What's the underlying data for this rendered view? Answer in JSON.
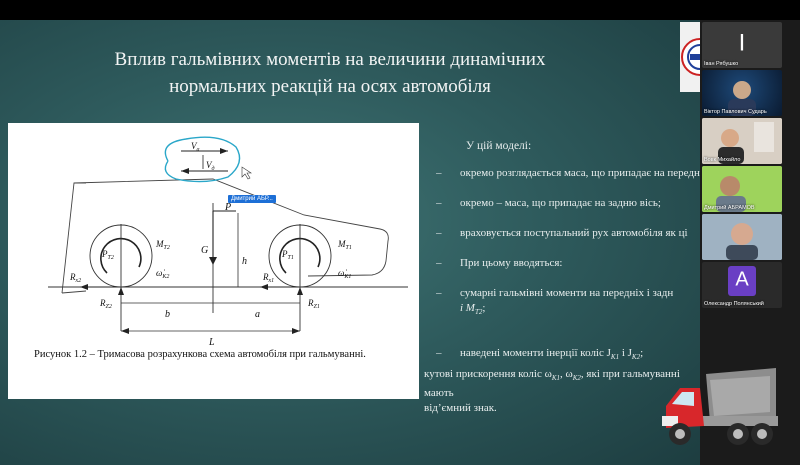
{
  "slide": {
    "title_line1": "Вплив гальмівних моментів на величини динамічних",
    "title_line2": "нормальних реакцій на осях автомобіля",
    "figure": {
      "caption": "Рисунок 1.2 – Тримасова розрахункова схема автомобіля при гальмуванні.",
      "annotator": "Дмитрий АБР...",
      "labels": {
        "va": "V",
        "va_sub": "a",
        "vd": "V",
        "vd_sub": "д",
        "P": "P",
        "G": "G",
        "h": "h",
        "b": "b",
        "a": "a",
        "L": "L",
        "P2": "P",
        "P2_sub": "Т2",
        "P1": "P",
        "P1_sub": "Т1",
        "M2": "M",
        "M2_sub": "Т2",
        "M1": "M",
        "M1_sub": "Т1",
        "w2": "ω̇",
        "w2_sub": "К2",
        "w1": "ω̇",
        "w1_sub": "К1",
        "Rx2": "R",
        "Rx2_sub": "x2",
        "Rx1": "R",
        "Rx1_sub": "x1",
        "Rz2": "R",
        "Rz2_sub": "Z2",
        "Rz1": "R",
        "Rz1_sub": "Z1"
      }
    },
    "model_heading": "У цій моделі:",
    "bullets": [
      {
        "dash": "–",
        "text": "окремо розглядається маса, що припадає на передн"
      },
      {
        "dash": "–",
        "text": "окремо – маса, що припадає на задню вісь;"
      },
      {
        "dash": "–",
        "text": "враховується поступальний рух автомобіля як ці"
      },
      {
        "dash": "–",
        "text": "При цьому вводяться:"
      },
      {
        "dash": "–",
        "text": "сумарні гальмівні моменти на передніх і задн",
        "sub": "і M",
        "sub2": "T2",
        "sub3": ";"
      },
      {
        "dash": "–",
        "text": "наведені моменти інерції коліс J",
        "s1": "K1",
        "mid": " і J",
        "s2": "K2",
        "end": ";"
      }
    ],
    "tail_text_1": "кутові прискорення коліс ω",
    "tail_s1": "K1",
    "tail_mid": ",  ω",
    "tail_s2": "K2",
    "tail_text_2": ", які при гальмуванні мають",
    "tail_text_3": "від’ємний знак."
  },
  "participants": [
    {
      "name": "Іван Рябушко",
      "avatar": "I",
      "color": "#3a3a3a"
    },
    {
      "name": "Віктор Павлович Сударь",
      "color": "#0f2a4a"
    },
    {
      "name": "Вовк Михайло",
      "color": "#cfc4b8"
    },
    {
      "name": "Дмитрий АБРАМОВ",
      "color": "#7fbf4a"
    },
    {
      "name": "",
      "color": "#8aa0b4"
    },
    {
      "name": "Олександр Полянський",
      "avatar": "A",
      "color": "#6a3fc4"
    }
  ],
  "colors": {
    "slide_bg": "#2e5a5c",
    "annotation_circle": "#2aa7c9",
    "tag_bg": "#1d6fd6",
    "truck_red": "#d8272b"
  }
}
